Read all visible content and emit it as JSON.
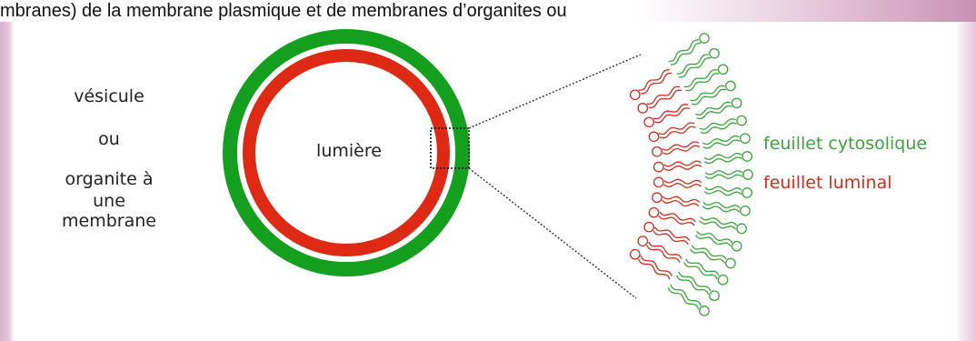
{
  "caption": {
    "text": "mbranes) de la membrane plasmique et de membranes d’organites ou"
  },
  "diagram": {
    "left_labels": {
      "line1": "vésicule",
      "line2": "ou",
      "line3": "organite à",
      "line4": "une membrane"
    },
    "lumen_label": "lumière",
    "leaflets": [
      {
        "name": "feuillet cytosolique",
        "color": "#3aa63a"
      },
      {
        "name": "feuillet luminal",
        "color": "#d62d1e"
      }
    ],
    "colors": {
      "outer_ring": "#14a01e",
      "inner_ring": "#de2a14",
      "gap": "#ffffff",
      "zoom_lines": "#333333"
    }
  }
}
